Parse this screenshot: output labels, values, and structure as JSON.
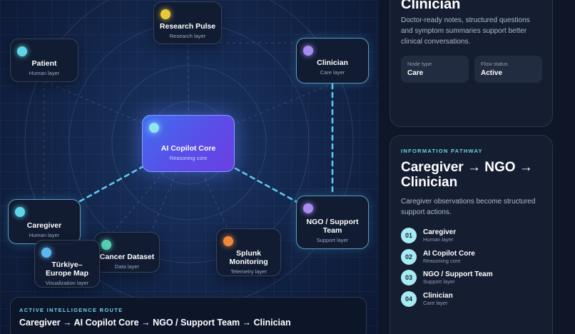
{
  "nodes": [
    {
      "id": "research",
      "name": "Research Pulse",
      "layer": "Research layer",
      "dot": "#e7c93a"
    },
    {
      "id": "patient",
      "name": "Patient",
      "layer": "Human layer",
      "dot": "#5fd6e8"
    },
    {
      "id": "clinician",
      "name": "Clinician",
      "layer": "Care layer",
      "dot": "#a88bf0"
    },
    {
      "id": "core",
      "name": "AI Copilot Core",
      "layer": "Reasoning core",
      "dot": "#8ee6f5"
    },
    {
      "id": "caregiver",
      "name": "Caregiver",
      "layer": "Human layer",
      "dot": "#5fd6e8"
    },
    {
      "id": "ngo",
      "name": "NGO / Support Team",
      "layer": "Support layer",
      "dot": "#a88bf0"
    },
    {
      "id": "cancer",
      "name": "Cancer Dataset",
      "layer": "Data layer",
      "dot": "#58d3b4"
    },
    {
      "id": "splunk",
      "name": "Splunk Monitoring",
      "layer": "Telemetry layer",
      "dot": "#ef8a3c"
    },
    {
      "id": "map",
      "name": "Türkiye–Europe Map",
      "layer": "Visualization layer",
      "dot": "#5fb7ee"
    }
  ],
  "route": {
    "eyebrow": "ACTIVE INTELLIGENCE ROUTE",
    "path": "Caregiver → AI Copilot Core → NGO / Support Team → Clinician"
  },
  "detail": {
    "title": "Clinician",
    "description": "Doctor-ready notes, structured questions and symptom summaries support better clinical conversations.",
    "node_type_label": "Node type",
    "node_type_value": "Care",
    "flow_status_label": "Flow status",
    "flow_status_value": "Active"
  },
  "pathway": {
    "eyebrow": "INFORMATION PATHWAY",
    "heading": "Caregiver → NGO → Clinician",
    "description": "Caregiver observations become structured support actions.",
    "steps": [
      {
        "num": "01",
        "name": "Caregiver",
        "layer": "Human layer"
      },
      {
        "num": "02",
        "name": "AI Copilot Core",
        "layer": "Reasoning core"
      },
      {
        "num": "03",
        "name": "NGO / Support Team",
        "layer": "Support layer"
      },
      {
        "num": "04",
        "name": "Clinician",
        "layer": "Care layer"
      }
    ]
  },
  "colors": {
    "accent": "#6fd0e8",
    "core_start": "#3f6ef0",
    "core_end": "#6c3fe3",
    "step_badge": "#a8eaf3"
  }
}
